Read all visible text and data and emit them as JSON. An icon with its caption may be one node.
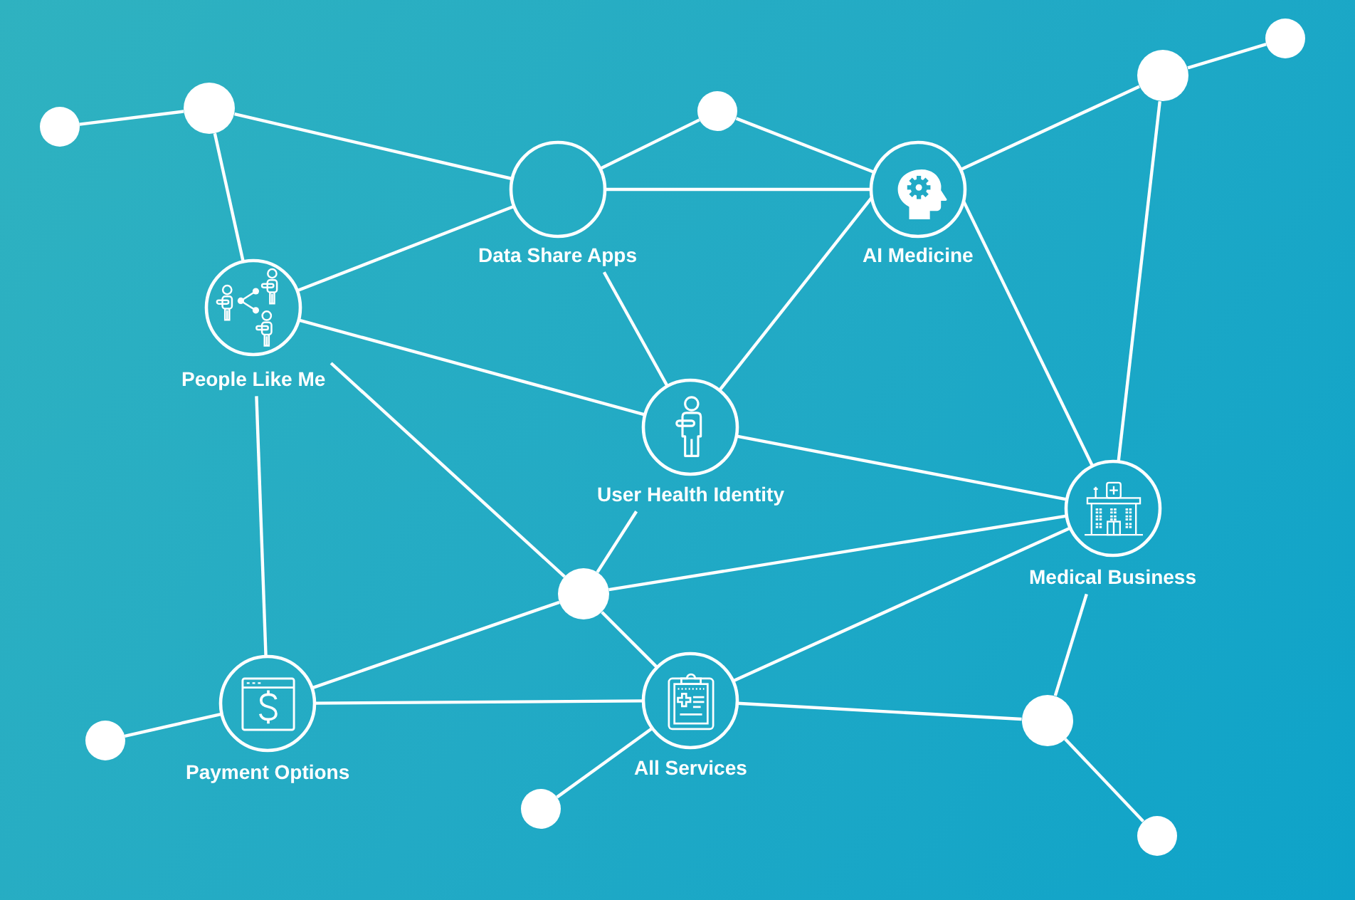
{
  "diagram": {
    "nodes": [
      {
        "text": [],
        "shape": "circle"
      },
      {
        "text": [],
        "shape": "circle"
      },
      {
        "text": [],
        "shape": "circle"
      },
      {
        "text": [],
        "shape": "circle"
      },
      {
        "text": [],
        "shape": "circle"
      },
      {
        "text": [
          "Data Share Apps"
        ]
      },
      {
        "text": [
          "AI Medicine"
        ]
      },
      {
        "text": [
          "People Like Me"
        ]
      },
      {
        "text": [
          "User Health Identity"
        ]
      },
      {
        "text": [
          "Medical Business"
        ]
      },
      {
        "text": [],
        "shape": "circle"
      },
      {
        "text": [
          "Payment Options"
        ]
      },
      {
        "text": [
          "All Services"
        ]
      },
      {
        "text": [],
        "shape": "circle"
      },
      {
        "text": [],
        "shape": "circle"
      },
      {
        "text": [],
        "shape": "circle"
      },
      {
        "text": [],
        "shape": "circle"
      }
    ],
    "edges": [
      {
        "from": 0,
        "to": 1,
        "arrow": "none"
      },
      {
        "from": 1,
        "to": 5,
        "arrow": "none"
      },
      {
        "from": 1,
        "to": 7,
        "arrow": "none"
      },
      {
        "from": 5,
        "to": 2,
        "arrow": "none"
      },
      {
        "from": 2,
        "to": 6,
        "arrow": "none"
      },
      {
        "from": 5,
        "to": 6,
        "arrow": "none"
      },
      {
        "from": 6,
        "to": 3,
        "arrow": "none"
      },
      {
        "from": 3,
        "to": 4,
        "arrow": "none"
      },
      {
        "from": 7,
        "to": 5,
        "arrow": "none"
      },
      {
        "from": 7,
        "to": 8,
        "arrow": "none"
      },
      {
        "from": 5,
        "to": 8,
        "arrow": "none"
      },
      {
        "from": 6,
        "to": 8,
        "arrow": "none"
      },
      {
        "from": 6,
        "to": 9,
        "arrow": "none"
      },
      {
        "from": 3,
        "to": 9,
        "arrow": "none"
      },
      {
        "from": 8,
        "to": 9,
        "arrow": "none"
      },
      {
        "from": 7,
        "to": 10,
        "arrow": "none"
      },
      {
        "from": 8,
        "to": 10,
        "arrow": "none"
      },
      {
        "from": 10,
        "to": 9,
        "arrow": "none"
      },
      {
        "from": 7,
        "to": 11,
        "arrow": "none"
      },
      {
        "from": 10,
        "to": 11,
        "arrow": "none"
      },
      {
        "from": 10,
        "to": 12,
        "arrow": "none"
      },
      {
        "from": 11,
        "to": 12,
        "arrow": "none"
      },
      {
        "from": 11,
        "to": 13,
        "arrow": "none"
      },
      {
        "from": 12,
        "to": 9,
        "arrow": "none"
      },
      {
        "from": 12,
        "to": 14,
        "arrow": "none"
      },
      {
        "from": 12,
        "to": 15,
        "arrow": "none"
      },
      {
        "from": 9,
        "to": 14,
        "arrow": "none"
      },
      {
        "from": 14,
        "to": 16,
        "arrow": "none"
      }
    ]
  }
}
